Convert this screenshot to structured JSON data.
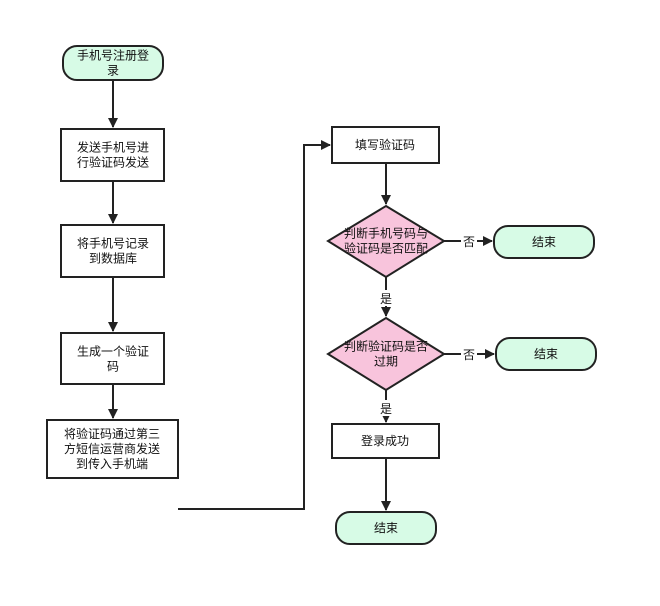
{
  "colors": {
    "terminator_fill": "#d7fbe6",
    "decision_fill": "#f8c4dc",
    "process_fill": "#ffffff",
    "stroke": "#222222"
  },
  "nodes": {
    "start": {
      "lines": [
        "手机号注册登",
        "录"
      ]
    },
    "send_code": {
      "lines": [
        "发送手机号进",
        "行验证码发送"
      ]
    },
    "record_phone": {
      "lines": [
        "将手机号记录",
        "到数据库"
      ]
    },
    "gen_code": {
      "lines": [
        "生成一个验证",
        "码"
      ]
    },
    "send_sms": {
      "lines": [
        "将验证码通过第三",
        "方短信运营商发送",
        "到传入手机端"
      ]
    },
    "fill_code": {
      "lines": [
        "填写验证码"
      ]
    },
    "check_match": {
      "lines": [
        "判断手机号码与",
        "验证码是否匹配"
      ]
    },
    "end_1": {
      "lines": [
        "结束"
      ]
    },
    "check_expired": {
      "lines": [
        "判断验证码是否",
        "过期"
      ]
    },
    "end_2": {
      "lines": [
        "结束"
      ]
    },
    "login_success": {
      "lines": [
        "登录成功"
      ]
    },
    "end_3": {
      "lines": [
        "结束"
      ]
    }
  },
  "edge_labels": {
    "no_1": "否",
    "yes_1": "是",
    "no_2": "否",
    "yes_2": "是"
  }
}
